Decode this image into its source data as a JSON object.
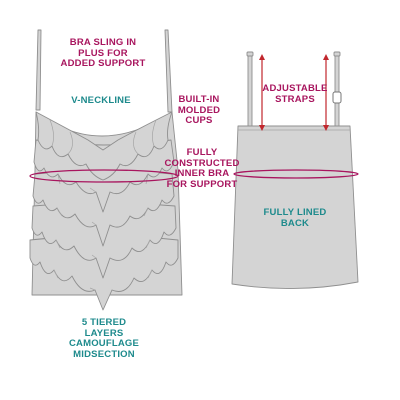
{
  "colors": {
    "callout_magenta": "#a8155e",
    "callout_teal": "#1d8a8c",
    "garment_fill": "#d4d4d4",
    "garment_outline": "#8f8f8f",
    "arrow_red": "#c1272d"
  },
  "front_view": {
    "callouts": {
      "bra_sling": "BRA SLING IN\nPLUS FOR\nADDED SUPPORT",
      "v_neckline": "V-NECKLINE",
      "molded_cups": "BUILT-IN\nMOLDED\nCUPS",
      "inner_bra": "FULLY\nCONSTRUCTED\nINNER BRA\nFOR SUPPORT",
      "tiered_layers": "5 TIERED\nLAYERS\nCAMOUFLAGE\nMIDSECTION"
    }
  },
  "back_view": {
    "callouts": {
      "adjustable_straps": "ADJUSTABLE\nSTRAPS",
      "lined_back": "FULLY LINED\nBACK"
    }
  }
}
